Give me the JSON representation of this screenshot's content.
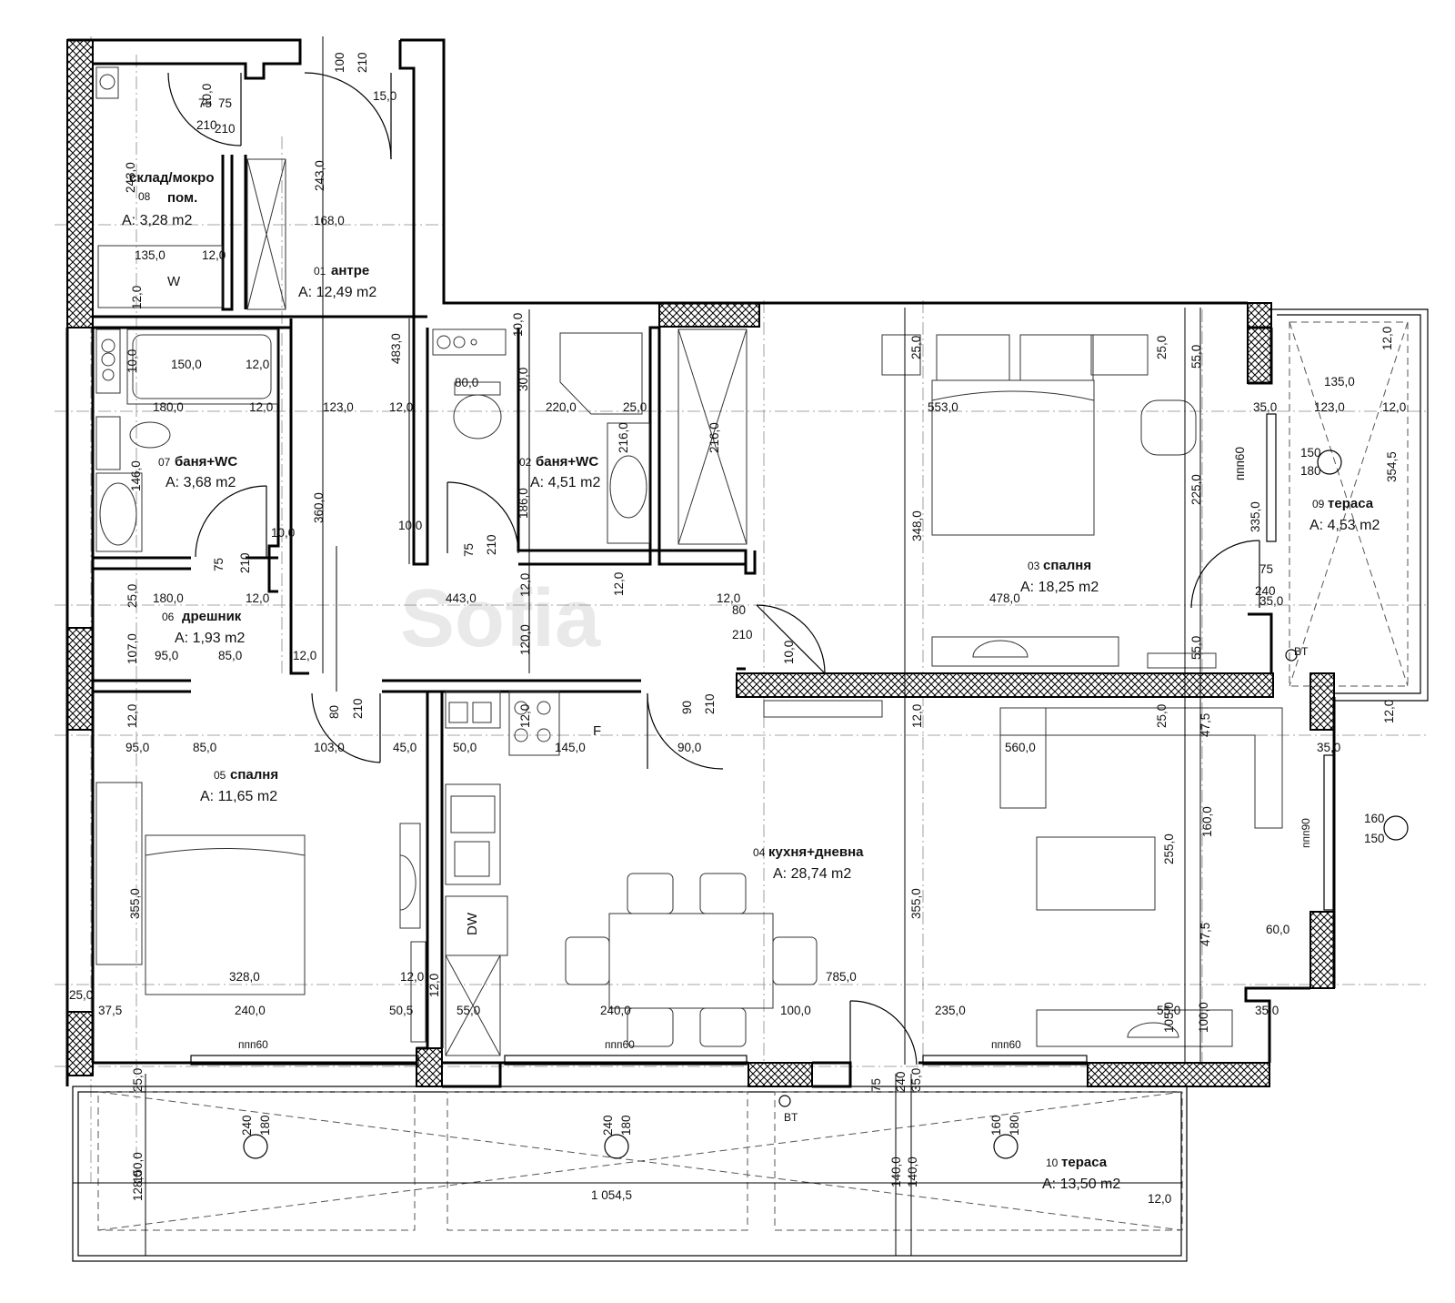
{
  "watermark": "Sofia",
  "rooms": [
    {
      "num": "01",
      "name": "антре",
      "area": "A: 12,49 m2"
    },
    {
      "num": "02",
      "name": "баня+WC",
      "area": "A: 4,51 m2"
    },
    {
      "num": "03",
      "name": "спалня",
      "area": "A: 18,25 m2"
    },
    {
      "num": "04",
      "name": "кухня+дневна",
      "area": "A: 28,74 m2"
    },
    {
      "num": "05",
      "name": "спалня",
      "area": "A: 11,65 m2"
    },
    {
      "num": "06",
      "name": "дрешник",
      "area": "A: 1,93 m2"
    },
    {
      "num": "07",
      "name": "баня+WC",
      "area": "A: 3,68 m2"
    },
    {
      "num": "08",
      "name": "склад/мокро пом.",
      "name_line1": "склад/мокро",
      "name_line2": "пом.",
      "area": "A: 3,28 m2"
    },
    {
      "num": "09",
      "name": "тераса",
      "area": "A: 4,53 m2"
    },
    {
      "num": "10",
      "name": "тераса",
      "area": "A: 13,50 m2"
    }
  ],
  "fixtures": {
    "washer": "W",
    "dishwasher": "DW",
    "fridge": "F",
    "bt1": "BT",
    "bt2": "BT"
  },
  "window_labels": {
    "w1": "ппп60",
    "w2": "ппп60",
    "w3": "ппп60",
    "w4": "ппп60",
    "w5": "ппп90"
  },
  "dimensions": {
    "d01": "243,0",
    "d02": "10,0",
    "d03": "75",
    "d04": "210",
    "d05": "100",
    "d06": "210",
    "d07": "15,0",
    "d08": "243,0",
    "d09": "168,0",
    "d10": "135,0",
    "d11": "12,0",
    "d12": "12,0",
    "d13": "483,0",
    "d14": "10,0",
    "d15": "150,0",
    "d16": "12,0",
    "d17": "180,0",
    "d18": "12,0",
    "d19": "123,0",
    "d20": "12,0",
    "d21": "80,0",
    "d22": "30,0",
    "d23": "220,0",
    "d24": "25,0",
    "d25": "216,0",
    "d26": "216,0",
    "d27": "10,0",
    "d28": "25,0",
    "d29": "553,0",
    "d30": "25,0",
    "d31": "55,0",
    "d32": "12,0",
    "d33": "135,0",
    "d34": "35,0",
    "d35": "123,0",
    "d36": "12,0",
    "d37": "354,5",
    "d38": "146,0",
    "d39": "10,0",
    "d40": "75",
    "d41": "210",
    "d42": "360,0",
    "d43": "10,0",
    "d44": "75",
    "d45": "210",
    "d46": "186,0",
    "d47": "348,0",
    "d48": "335,0",
    "d49": "225,0",
    "d50": "ппп60",
    "d51": "150",
    "d52": "180",
    "d53": "75",
    "d54": "240",
    "d55": "25,0",
    "d56": "180,0",
    "d57": "12,0",
    "d58": "443,0",
    "d59": "12,0",
    "d60": "12,0",
    "d61": "12,0",
    "d62": "80",
    "d63": "210",
    "d64": "478,0",
    "d65": "107,0",
    "d66": "95,0",
    "d67": "85,0",
    "d68": "12,0",
    "d69": "120,0",
    "d70": "10,0",
    "d71": "55,0",
    "d72": "35,0",
    "d73": "12,0",
    "d74": "80",
    "d75": "210",
    "d76": "90",
    "d77": "210",
    "d78": "12,0",
    "d79": "12,0",
    "d80": "25,0",
    "d81": "47,5",
    "d82": "95,0",
    "d83": "85,0",
    "d84": "103,0",
    "d85": "45,0",
    "d86": "50,0",
    "d87": "145,0",
    "d88": "90,0",
    "d89": "560,0",
    "d90": "35,0",
    "d91": "160,0",
    "d92": "255,0",
    "d93": "160",
    "d94": "150",
    "d95": "355,0",
    "d96": "355,0",
    "d97": "47,5",
    "d98": "60,0",
    "d99": "328,0",
    "d100": "12,0",
    "d101": "12,0",
    "d102": "785,0",
    "d103": "25,0",
    "d104": "37,5",
    "d105": "240,0",
    "d106": "50,5",
    "d107": "55,0",
    "d108": "240,0",
    "d109": "100,0",
    "d110": "235,0",
    "d111": "105,0",
    "d112": "55,0",
    "d113": "100,0",
    "d114": "35,0",
    "d115": "75",
    "d116": "240",
    "d117": "35,0",
    "d118": "25,0",
    "d119": "240",
    "d120": "180",
    "d121": "240",
    "d122": "180",
    "d123": "160",
    "d124": "180",
    "d125": "128,0",
    "d126": "150,0",
    "d127": "1 054,5",
    "d128": "140,0",
    "d129": "140,0",
    "d130": "12,0",
    "d131": "12,0",
    "d132": "75",
    "d133": "210"
  }
}
